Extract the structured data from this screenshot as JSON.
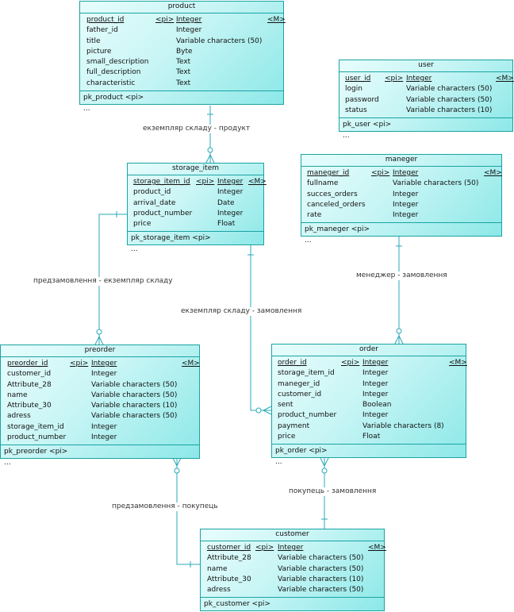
{
  "entities": [
    {
      "id": "product",
      "name": "product",
      "columns": [
        {
          "name": "product_id",
          "marker": "<pi>",
          "type": "Integer",
          "mandatory": "<M>",
          "pk": true
        },
        {
          "name": "father_id",
          "marker": "",
          "type": "Integer",
          "mandatory": "",
          "pk": false
        },
        {
          "name": "title",
          "marker": "",
          "type": "Variable characters (50)",
          "mandatory": "",
          "pk": false
        },
        {
          "name": "picture",
          "marker": "",
          "type": "Byte",
          "mandatory": "",
          "pk": false
        },
        {
          "name": "small_description",
          "marker": "",
          "type": "Text",
          "mandatory": "",
          "pk": false
        },
        {
          "name": "full_description",
          "marker": "",
          "type": "Text",
          "mandatory": "",
          "pk": false
        },
        {
          "name": "characteristic",
          "marker": "",
          "type": "Text",
          "mandatory": "",
          "pk": false
        }
      ],
      "key": "pk_product   <pi>",
      "more": "..."
    },
    {
      "id": "user",
      "name": "user",
      "columns": [
        {
          "name": "user_id",
          "marker": "<pi>",
          "type": "Integer",
          "mandatory": "<M>",
          "pk": true
        },
        {
          "name": "login",
          "marker": "",
          "type": "Variable characters (50)",
          "mandatory": "",
          "pk": false
        },
        {
          "name": "password",
          "marker": "",
          "type": "Variable characters (50)",
          "mandatory": "",
          "pk": false
        },
        {
          "name": "status",
          "marker": "",
          "type": "Variable characters (10)",
          "mandatory": "",
          "pk": false
        }
      ],
      "key": "pk_user   <pi>",
      "more": "..."
    },
    {
      "id": "storage_item",
      "name": "storage_item",
      "columns": [
        {
          "name": "storage_item_id",
          "marker": "<pi>",
          "type": "Integer",
          "mandatory": "<M>",
          "pk": true
        },
        {
          "name": "product_id",
          "marker": "",
          "type": "Integer",
          "mandatory": "",
          "pk": false
        },
        {
          "name": "arrival_date",
          "marker": "",
          "type": "Date",
          "mandatory": "",
          "pk": false
        },
        {
          "name": "product_number",
          "marker": "",
          "type": "Integer",
          "mandatory": "",
          "pk": false
        },
        {
          "name": "price",
          "marker": "",
          "type": "Float",
          "mandatory": "",
          "pk": false
        }
      ],
      "key": "pk_storage_item   <pi>",
      "more": "..."
    },
    {
      "id": "maneger",
      "name": "maneger",
      "columns": [
        {
          "name": "maneger_id",
          "marker": "<pi>",
          "type": "Integer",
          "mandatory": "<M>",
          "pk": true
        },
        {
          "name": "fullname",
          "marker": "",
          "type": "Variable characters (50)",
          "mandatory": "",
          "pk": false
        },
        {
          "name": "succes_orders",
          "marker": "",
          "type": "Integer",
          "mandatory": "",
          "pk": false
        },
        {
          "name": "canceled_orders",
          "marker": "",
          "type": "Integer",
          "mandatory": "",
          "pk": false
        },
        {
          "name": "rate",
          "marker": "",
          "type": "Integer",
          "mandatory": "",
          "pk": false
        }
      ],
      "key": "pk_maneger   <pi>",
      "more": "..."
    },
    {
      "id": "preorder",
      "name": "preorder",
      "columns": [
        {
          "name": "preorder_id",
          "marker": "<pi>",
          "type": "Integer",
          "mandatory": "<M>",
          "pk": true
        },
        {
          "name": "customer_id",
          "marker": "",
          "type": "Integer",
          "mandatory": "",
          "pk": false
        },
        {
          "name": "Attribute_28",
          "marker": "",
          "type": "Variable characters (50)",
          "mandatory": "",
          "pk": false
        },
        {
          "name": "name",
          "marker": "",
          "type": "Variable characters (50)",
          "mandatory": "",
          "pk": false
        },
        {
          "name": "Attribute_30",
          "marker": "",
          "type": "Variable characters (10)",
          "mandatory": "",
          "pk": false
        },
        {
          "name": "adress",
          "marker": "",
          "type": "Variable characters (50)",
          "mandatory": "",
          "pk": false
        },
        {
          "name": "storage_item_id",
          "marker": "",
          "type": "Integer",
          "mandatory": "",
          "pk": false
        },
        {
          "name": "product_number",
          "marker": "",
          "type": "Integer",
          "mandatory": "",
          "pk": false
        }
      ],
      "key": "pk_preorder   <pi>",
      "more": "..."
    },
    {
      "id": "order",
      "name": "order",
      "columns": [
        {
          "name": "order_id",
          "marker": "<pi>",
          "type": "Integer",
          "mandatory": "<M>",
          "pk": true
        },
        {
          "name": "storage_item_id",
          "marker": "",
          "type": "Integer",
          "mandatory": "",
          "pk": false
        },
        {
          "name": "maneger_id",
          "marker": "",
          "type": "Integer",
          "mandatory": "",
          "pk": false
        },
        {
          "name": "customer_id",
          "marker": "",
          "type": "Integer",
          "mandatory": "",
          "pk": false
        },
        {
          "name": "sent",
          "marker": "",
          "type": "Boolean",
          "mandatory": "",
          "pk": false
        },
        {
          "name": "product_number",
          "marker": "",
          "type": "Integer",
          "mandatory": "",
          "pk": false
        },
        {
          "name": "payment",
          "marker": "",
          "type": "Variable characters (8)",
          "mandatory": "",
          "pk": false
        },
        {
          "name": "price",
          "marker": "",
          "type": "Float",
          "mandatory": "",
          "pk": false
        }
      ],
      "key": "pk_order   <pi>",
      "more": "..."
    },
    {
      "id": "customer",
      "name": "customer",
      "columns": [
        {
          "name": "customer_id",
          "marker": "<pi>",
          "type": "Integer",
          "mandatory": "<M>",
          "pk": true
        },
        {
          "name": "Attribute_28",
          "marker": "",
          "type": "Variable characters (50)",
          "mandatory": "",
          "pk": false
        },
        {
          "name": "name",
          "marker": "",
          "type": "Variable characters (50)",
          "mandatory": "",
          "pk": false
        },
        {
          "name": "Attribute_30",
          "marker": "",
          "type": "Variable characters (10)",
          "mandatory": "",
          "pk": false
        },
        {
          "name": "adress",
          "marker": "",
          "type": "Variable characters (50)",
          "mandatory": "",
          "pk": false
        }
      ],
      "key": "pk_customer   <pi>",
      "more": ""
    }
  ],
  "relationships": [
    {
      "id": "rel-storage-product",
      "label": "екземпляр складу - продукт"
    },
    {
      "id": "rel-preorder-storage",
      "label": "предзамовлення  -  екземпляр складу"
    },
    {
      "id": "rel-storage-order",
      "label": "екземпляр складу  -  замовлення"
    },
    {
      "id": "rel-manager-order",
      "label": "менеджер  -  замовлення"
    },
    {
      "id": "rel-preorder-customer",
      "label": "предзамовлення  -  покупець"
    },
    {
      "id": "rel-customer-order",
      "label": "покупець  -  замовлення"
    }
  ],
  "colors": {
    "border": "#1aa3a3",
    "fill_light": "#e8fdfd",
    "fill_dark": "#8de8e8",
    "line": "#2aa8b8"
  }
}
